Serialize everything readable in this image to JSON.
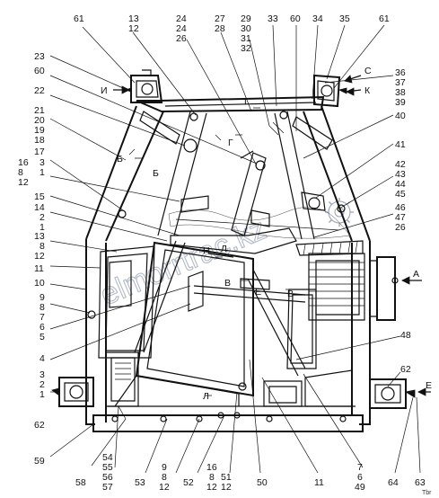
{
  "watermark": {
    "text": "elmorrtrac.kz",
    "description": "large outlined diagonal site watermark with a gear/tractor logo"
  },
  "corner_mark": "Tbr",
  "section_letters": {
    "A": "А",
    "B": "Б",
    "V": "В",
    "G": "Г",
    "E": "Е",
    "I": "И",
    "K": "К",
    "L": "Л",
    "N": "Н",
    "S": "С"
  },
  "callouts": {
    "top": [
      "61",
      "13",
      "12",
      "24",
      "24",
      "26",
      "27",
      "28",
      "29",
      "30",
      "31",
      "32",
      "33",
      "60",
      "34",
      "35",
      "61"
    ],
    "left": [
      "23",
      "60",
      "22",
      "21",
      "20",
      "19",
      "18",
      "17",
      "3",
      "1",
      "16",
      "8",
      "12",
      "15",
      "14",
      "2",
      "1",
      "13",
      "8",
      "12",
      "11",
      "10",
      "9",
      "8",
      "7",
      "6",
      "5",
      "4",
      "3",
      "2",
      "1",
      "62",
      "59"
    ],
    "right": [
      "36",
      "37",
      "38",
      "39",
      "40",
      "41",
      "42",
      "43",
      "44",
      "45",
      "46",
      "47",
      "26",
      "48",
      "62"
    ],
    "bottom": [
      "58",
      "54",
      "55",
      "56",
      "57",
      "53",
      "9",
      "8",
      "12",
      "52",
      "16",
      "8",
      "12",
      "51",
      "12",
      "50",
      "11",
      "7",
      "6",
      "49",
      "64",
      "63"
    ]
  },
  "arrow_labels": {
    "view_A": "А",
    "view_E": "Е",
    "view_S": "С",
    "view_K": "К",
    "view_I": "И"
  }
}
